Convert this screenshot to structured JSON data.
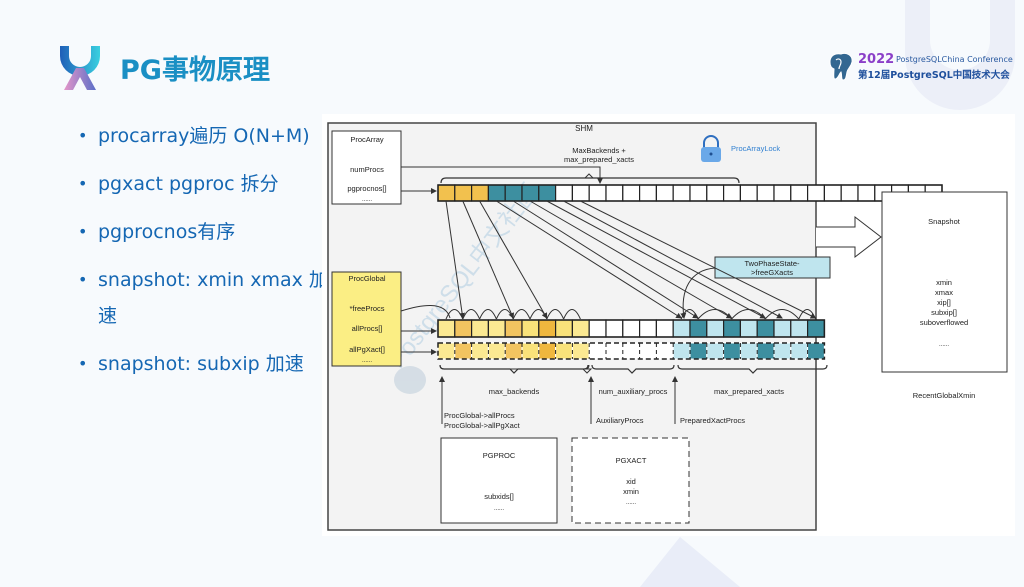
{
  "slide": {
    "title": "PG事物原理",
    "conference": {
      "year": "2022",
      "name_en": "PostgreSQLChina Conference",
      "name_cn": "第12届PostgreSQL中国技术大会"
    },
    "bullets": [
      "procarray遍历 O(N+M)",
      "pgxact pgproc 拆分",
      "pgprocnos有序",
      "snapshot: xmin xmax 加速",
      "snapshot: subxip 加速"
    ]
  },
  "diagram": {
    "shm_label": "SHM",
    "watermark": "PostgreSQL中文社区",
    "procarray": {
      "title": "ProcArray",
      "fields": [
        "numProcs",
        "pgprocnos[]",
        "......"
      ]
    },
    "maxbackends_label_1": "MaxBackends +",
    "maxbackends_label_2": "max_prepared_xacts",
    "lock_label": "ProcArrayLock",
    "procglobal": {
      "title": "ProcGlobal",
      "fields": [
        "*freeProcs",
        "allProcs[]",
        "allPgXact[]",
        "......"
      ]
    },
    "twophase_label_1": "TwoPhaseState-",
    "twophase_label_2": ">freeGXacts",
    "segments": {
      "max_backends": "max_backends",
      "num_auxiliary_procs": "num_auxiliary_procs",
      "max_prepared_xacts": "max_prepared_xacts"
    },
    "pointers": {
      "allprocs": "ProcGlobal->allProcs",
      "allpgxact": "ProcGlobal->allPgXact",
      "auxiliary": "AuxiliaryProcs",
      "prepared": "PreparedXactProcs"
    },
    "pgproc": {
      "title": "PGPROC",
      "fields": [
        "subxids[]",
        "......"
      ]
    },
    "pgxact": {
      "title": "PGXACT",
      "fields": [
        "xid",
        "xmin",
        "......"
      ]
    },
    "snapshot": {
      "title": "Snapshot",
      "fields": [
        "xmin",
        "xmax",
        "xip[]",
        "subxip[]",
        "suboverflowed",
        "......"
      ]
    },
    "recent_global_xmin": "RecentGlobalXmin",
    "procnos_cells": [
      "gold",
      "gold",
      "gold",
      "teal",
      "teal",
      "teal",
      "teal",
      "white",
      "white",
      "white",
      "white",
      "white",
      "white",
      "white",
      "white",
      "white",
      "white",
      "white",
      "white",
      "white",
      "white",
      "white",
      "white",
      "white",
      "white",
      "white",
      "white",
      "white",
      "white",
      "white"
    ],
    "procs_cells": [
      "lightyellow",
      "orange",
      "lightyellow",
      "lightyellow",
      "orange",
      "yellow",
      "darkorange",
      "yellow",
      "lightyellow",
      "white",
      "white",
      "white",
      "white",
      "white",
      "lightblue",
      "teal",
      "lightblue",
      "teal",
      "lightblue",
      "teal",
      "lightblue",
      "lightblue",
      "teal"
    ],
    "colors": {
      "gold": "#f2c14e",
      "teal": "#3d8fa0",
      "white": "#ffffff",
      "lightyellow": "#fbe992",
      "yellow": "#f9e27a",
      "orange": "#f2c460",
      "darkorange": "#efb73e",
      "lightblue": "#bfe5ee",
      "procglobal_bg": "#fbee84",
      "twophase_bg": "#bfe5ee",
      "lock_blue": "#4a90d9",
      "title_blue": "#1a8fc4",
      "bullet_blue": "#1567b3"
    }
  }
}
